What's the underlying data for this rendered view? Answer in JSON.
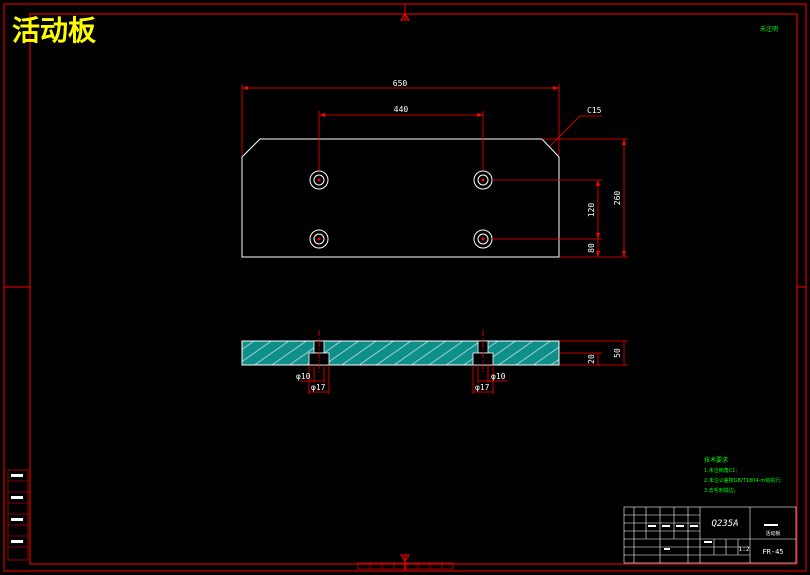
{
  "drawing": {
    "title": "活动板",
    "corner_note": "未注明",
    "colors": {
      "background": "#000000",
      "frame": "#ff0000",
      "outline": "#ffffff",
      "dimension": "#ff0000",
      "title_text": "#ffff00",
      "hatch_fill": "#0e8f8a",
      "hatch_line": "#ffffff",
      "notes_text": "#00ff00"
    }
  },
  "top_view": {
    "dims": {
      "overall_length": "650",
      "hole_spacing": "440",
      "chamfer": "C15",
      "hole_pitch_v": "120",
      "overall_height": "260",
      "edge_offset": "80"
    }
  },
  "section_view": {
    "dims": {
      "counterbore_depth": "20",
      "thickness": "50",
      "hole_dia_left": "φ10",
      "cbore_dia_left": "φ17",
      "hole_dia_right": "φ10",
      "cbore_dia_right": "φ17"
    }
  },
  "notes": {
    "heading": "技术要求",
    "lines": [
      "1.未注倒角C1;",
      "2.未注公差按GB/T1804-m级执行;",
      "3.去毛刺锐边。"
    ]
  },
  "title_block": {
    "material": "Q235A",
    "part_name": "活动板",
    "drawing_no": "FR-45",
    "scale": "1:2"
  }
}
